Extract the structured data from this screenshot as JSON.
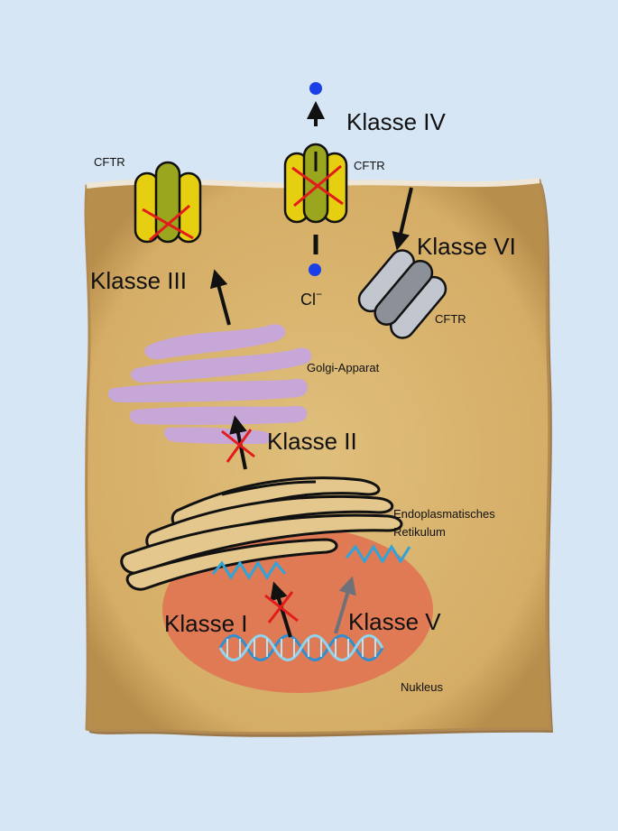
{
  "colors": {
    "background": "#d7e6f4",
    "cell": "#d9b56e",
    "nucleus": "#e07a55",
    "golgi": "#c7a6d8",
    "cftr_yellow": "#e6cf11",
    "cftr_olive": "#9aa61e",
    "cftr_gray": "#b3b9c3",
    "chloride": "#1a3fe6",
    "cross": "#e21b1b"
  },
  "labels": {
    "klasse_iv": "Klasse IV",
    "klasse_vi": "Klasse VI",
    "klasse_iii": "Klasse III",
    "klasse_ii": "Klasse II",
    "klasse_i": "Klasse I",
    "klasse_v": "Klasse V",
    "cftr_left": "CFTR",
    "cftr_center": "CFTR",
    "cftr_right": "CFTR",
    "chloride": "Cl",
    "chloride_charge": "−",
    "golgi": "Golgi-Apparat",
    "er_line1": "Endoplasmatisches",
    "er_line2": "Retikulum",
    "nucleus": "Nukleus"
  }
}
